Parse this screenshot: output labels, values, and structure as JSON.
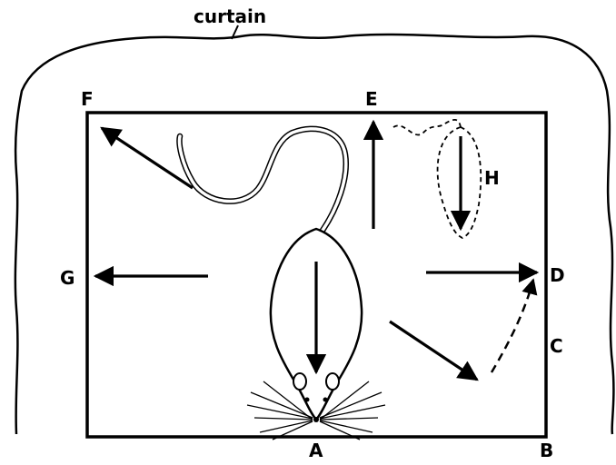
{
  "curtain_label": "curtain",
  "points": {
    "A": "A",
    "B": "B",
    "C": "C",
    "D": "D",
    "E": "E",
    "F": "F",
    "G": "G",
    "H": "H"
  }
}
